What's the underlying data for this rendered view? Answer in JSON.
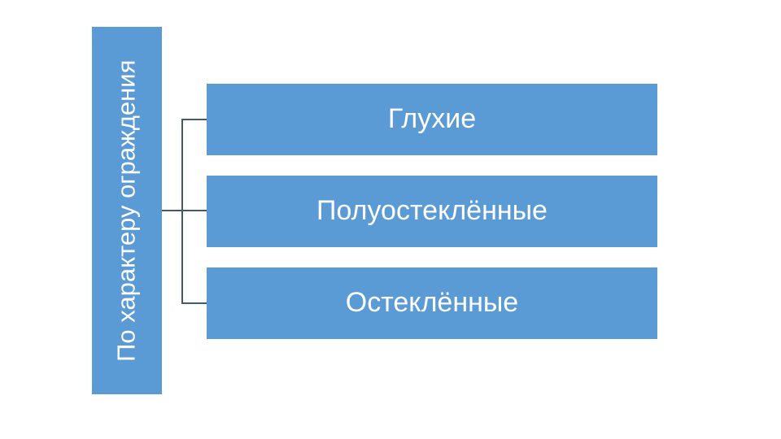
{
  "diagram": {
    "type": "hierarchy-list",
    "orientation": "left-root-right-children",
    "accent_color": "#5B9BD5",
    "text_color": "#FFFFFF",
    "connector_color": "#44596B",
    "background_color": "#FFFFFF",
    "root": {
      "label": "По характеру ограждения",
      "rotation_deg": -90
    },
    "children": [
      {
        "label": "Глухие"
      },
      {
        "label": "Полуостеклённые"
      },
      {
        "label": "Остеклённые"
      }
    ]
  }
}
